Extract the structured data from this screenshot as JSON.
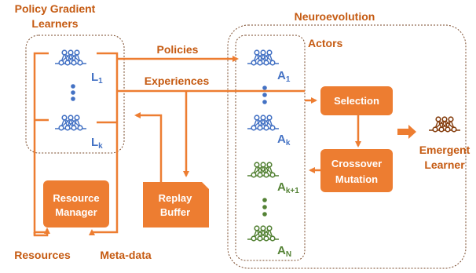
{
  "labels": {
    "pg_title_1": "Policy Gradient",
    "pg_title_2": "Learners",
    "neuro_title": "Neuroevolution",
    "actors_title": "Actors",
    "policies": "Policies",
    "experiences": "Experiences",
    "resources": "Resources",
    "metadata": "Meta-data",
    "emergent_1": "Emergent",
    "emergent_2": "Learner"
  },
  "boxes": {
    "resource_manager": [
      "Resource",
      "Manager"
    ],
    "replay_buffer": [
      "Replay",
      "Buffer"
    ],
    "selection": "Selection",
    "crossover_mutation": [
      "Crossover",
      "Mutation"
    ]
  },
  "learners": {
    "first": {
      "base": "L",
      "sub": "1"
    },
    "last": {
      "base": "L",
      "sub": "k"
    }
  },
  "actors": {
    "a1": {
      "base": "A",
      "sub": "1"
    },
    "ak": {
      "base": "A",
      "sub": "k"
    },
    "ak1": {
      "base": "A",
      "sub": "k+1"
    },
    "an": {
      "base": "A",
      "sub": "N"
    }
  },
  "colors": {
    "orange": "#ED7D31",
    "dark_orange": "#C55A11",
    "blue": "#4472C4",
    "green": "#548235",
    "brown": "#843C0C"
  }
}
